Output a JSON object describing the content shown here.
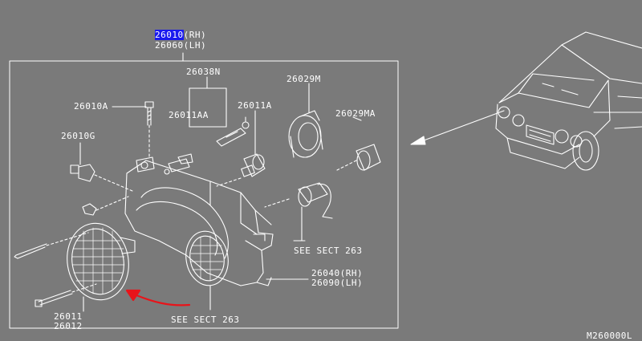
{
  "header": {
    "part_rh": "26010(RH)",
    "part_rh_selected": "26010",
    "part_rh_suffix": "(RH)",
    "part_lh": "26060(LH)"
  },
  "callouts": {
    "c26038N": "26038N",
    "c26029M": "26029M",
    "c26010A": "26010A",
    "c26011AA": "26011AA",
    "c26011A": "26011A",
    "c26029MA": "26029MA",
    "c26010G": "26010G",
    "see_sect_right": "SEE SECT 263",
    "c26040": "26040(RH)",
    "c26090": "26090(LH)",
    "c26011": "26011",
    "c26012": "26012",
    "see_sect_bottom": "SEE SECT 263"
  },
  "footer": {
    "figure_code": "M260000L"
  },
  "colors": {
    "background": "#7a7a7a",
    "line": "#ffffff",
    "selection": "#1a1aee",
    "annotation_arrow": "#e8141a"
  }
}
